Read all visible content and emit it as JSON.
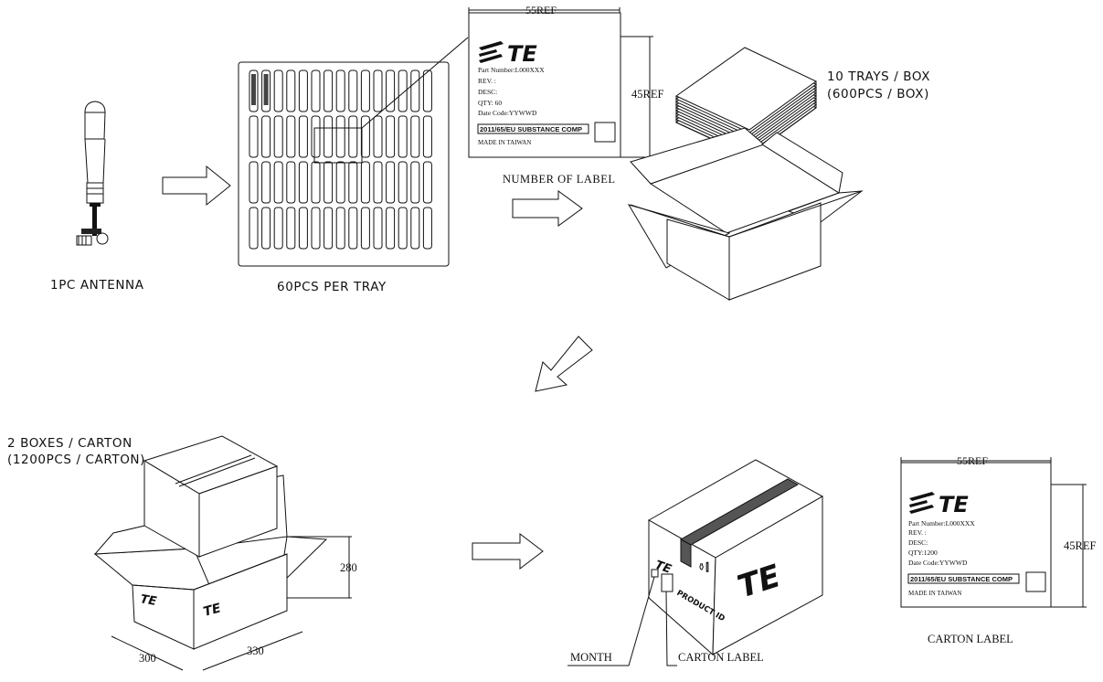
{
  "captions": {
    "antenna": "1PC ANTENNA",
    "tray": "60PCS PER TRAY",
    "box_line1": "10 TRAYS / BOX",
    "box_line2": "(600PCS / BOX)",
    "carton_line1": "2 BOXES / CARTON",
    "carton_line2": "(1200PCS / CARTON)",
    "number_of_label": "NUMBER OF LABEL",
    "carton_label": "CARTON LABEL",
    "month": "MONTH",
    "carton_label_callout": "CARTON LABEL"
  },
  "tray_label": {
    "width_ref": "55REF",
    "height_ref": "45REF",
    "logo": "TE",
    "part_number": "Part Number:L000XXX",
    "rev": "REV. :",
    "desc": "DESC:",
    "qty": "QTY: 60",
    "date_code": "Date Code:YYWWD",
    "substance": "2011/65/EU SUBSTANCE COMP",
    "origin": "MADE IN TAIWAN"
  },
  "carton_label_card": {
    "width_ref": "55REF",
    "height_ref": "45REF",
    "logo": "TE",
    "part_number": "Part Number:L000XXX",
    "rev": "REV. :",
    "desc": "DESC:",
    "qty": "QTY:1200",
    "date_code": "Date Code:YYWWD",
    "substance": "2011/65/EU SUBSTANCE COMP",
    "origin": "MADE IN TAIWAN"
  },
  "dimensions": {
    "height": "280",
    "width": "300",
    "length": "330"
  },
  "carton_marks": {
    "logo": "TE",
    "product_id": "PRODUCT ID"
  },
  "icons": [
    "antenna-icon",
    "arrow-right-icon",
    "tray-icon",
    "open-box-icon",
    "tray-stack-icon",
    "arrow-down-left-icon",
    "closed-carton-icon",
    "te-logo-icon"
  ]
}
